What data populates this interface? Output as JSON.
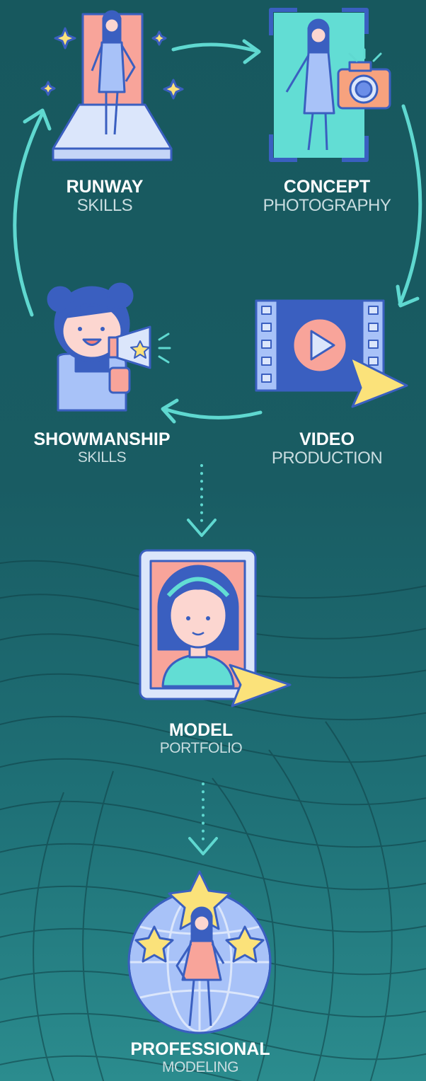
{
  "steps": {
    "runway": {
      "title": "RUNWAY",
      "subtitle": "SKILLS"
    },
    "concept": {
      "title": "CONCEPT",
      "subtitle": "PHOTOGRAPHY"
    },
    "showmanship": {
      "title": "SHOWMANSHIP",
      "subtitle": "SKILLS"
    },
    "video": {
      "title": "VIDEO",
      "subtitle": "PRODUCTION"
    },
    "model": {
      "title": "MODEL",
      "subtitle": "PORTFOLIO"
    },
    "professional": {
      "title": "PROFESSIONAL",
      "subtitle": "MODELING"
    }
  },
  "colors": {
    "accent": "#5fd8d0",
    "outline": "#3a5fc0",
    "pink": "#f8a49a",
    "light_blue": "#a8c2f8",
    "yellow": "#fbe27a",
    "background": "#17585e"
  },
  "icons": {
    "runway": "runway-stage-icon",
    "concept": "camera-photoshoot-icon",
    "showmanship": "megaphone-presenter-icon",
    "video": "film-play-icon",
    "model": "portrait-frame-icon",
    "professional": "globe-star-model-icon"
  }
}
